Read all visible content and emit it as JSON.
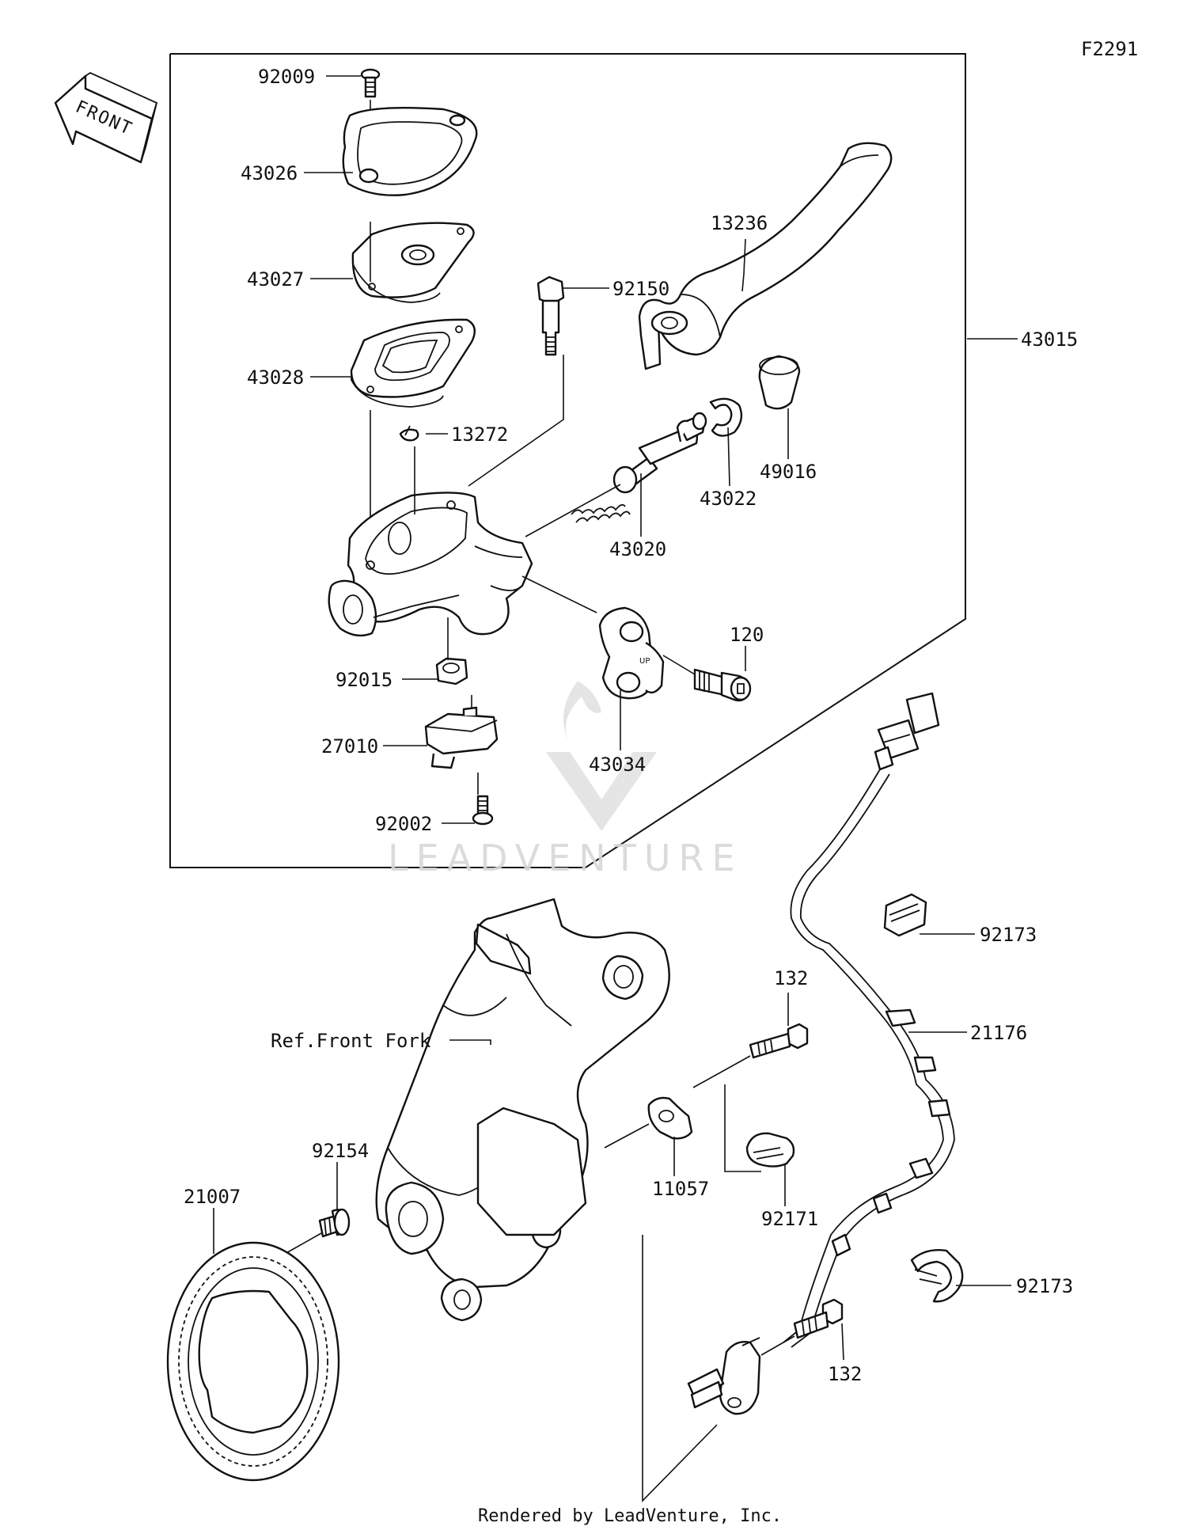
{
  "figure_code": "F2291",
  "front_arrow_text": "FRONT",
  "watermark": "LEADVENTURE",
  "footer": "Rendered by LeadVenture, Inc.",
  "reference_label": "Ref.Front Fork",
  "callouts": [
    {
      "id": "p92009",
      "number": "92009"
    },
    {
      "id": "p43026",
      "number": "43026"
    },
    {
      "id": "p43027",
      "number": "43027"
    },
    {
      "id": "p43028",
      "number": "43028"
    },
    {
      "id": "p13272",
      "number": "13272"
    },
    {
      "id": "p92150",
      "number": "92150"
    },
    {
      "id": "p13236",
      "number": "13236"
    },
    {
      "id": "p43015",
      "number": "43015"
    },
    {
      "id": "p49016",
      "number": "49016"
    },
    {
      "id": "p43022",
      "number": "43022"
    },
    {
      "id": "p43020",
      "number": "43020"
    },
    {
      "id": "p120",
      "number": "120"
    },
    {
      "id": "p92015",
      "number": "92015"
    },
    {
      "id": "p27010",
      "number": "27010"
    },
    {
      "id": "p43034",
      "number": "43034"
    },
    {
      "id": "p92002",
      "number": "92002"
    },
    {
      "id": "p92173a",
      "number": "92173"
    },
    {
      "id": "p132a",
      "number": "132"
    },
    {
      "id": "p21176",
      "number": "21176"
    },
    {
      "id": "p92154",
      "number": "92154"
    },
    {
      "id": "p21007",
      "number": "21007"
    },
    {
      "id": "p11057",
      "number": "11057"
    },
    {
      "id": "p92171",
      "number": "92171"
    },
    {
      "id": "p92173b",
      "number": "92173"
    },
    {
      "id": "p132b",
      "number": "132"
    }
  ]
}
